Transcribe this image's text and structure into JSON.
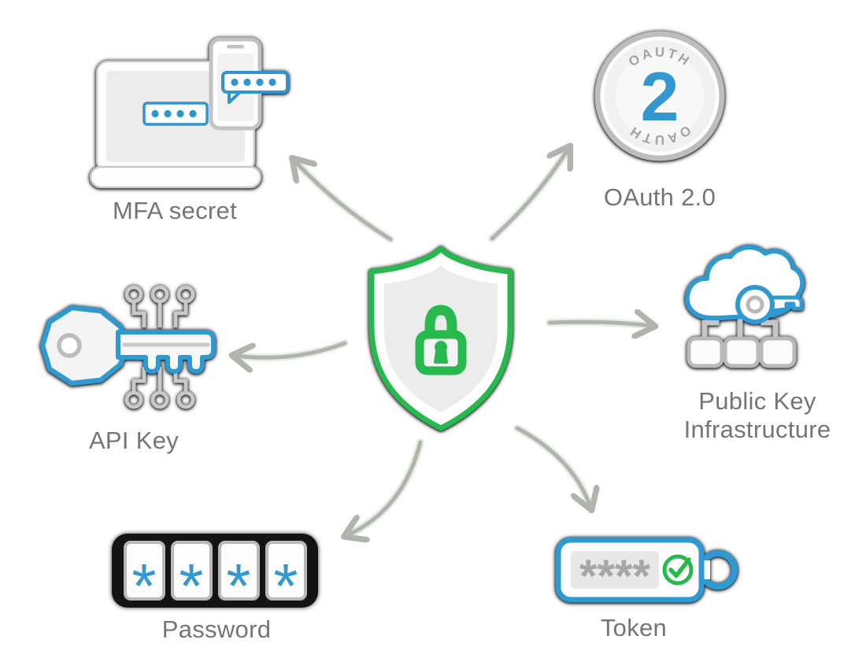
{
  "colors": {
    "accent_green": "#27b94e",
    "accent_blue": "#3094cf",
    "stroke_gray": "#b9b9b9",
    "label_gray": "#757575",
    "arrow_gray": "#b0b4ad",
    "shadow_dark": "#141414",
    "panel_light": "#ececec"
  },
  "center": {
    "icon": "shield-lock-icon"
  },
  "nodes": [
    {
      "id": "mfa",
      "label": "MFA secret",
      "icon": "laptop-phone-code-icon"
    },
    {
      "id": "oauth",
      "label": "OAuth 2.0",
      "icon": "oauth2-badge-icon",
      "badge_top": "OAUTH",
      "badge_number": "2",
      "badge_bottom": "OAUTH"
    },
    {
      "id": "pki",
      "label_line1": "Public Key",
      "label_line2": "Infrastructure",
      "icon": "cloud-key-network-icon"
    },
    {
      "id": "api",
      "label": "API Key",
      "icon": "key-circuit-icon"
    },
    {
      "id": "password",
      "label": "Password",
      "icon": "password-boxes-icon",
      "mask_char": "*"
    },
    {
      "id": "token",
      "label": "Token",
      "icon": "token-keyfob-icon",
      "mask": "****"
    }
  ],
  "connections": [
    {
      "from": "shield",
      "to": "mfa"
    },
    {
      "from": "shield",
      "to": "oauth"
    },
    {
      "from": "shield",
      "to": "pki"
    },
    {
      "from": "shield",
      "to": "api"
    },
    {
      "from": "shield",
      "to": "password"
    },
    {
      "from": "shield",
      "to": "token"
    }
  ]
}
